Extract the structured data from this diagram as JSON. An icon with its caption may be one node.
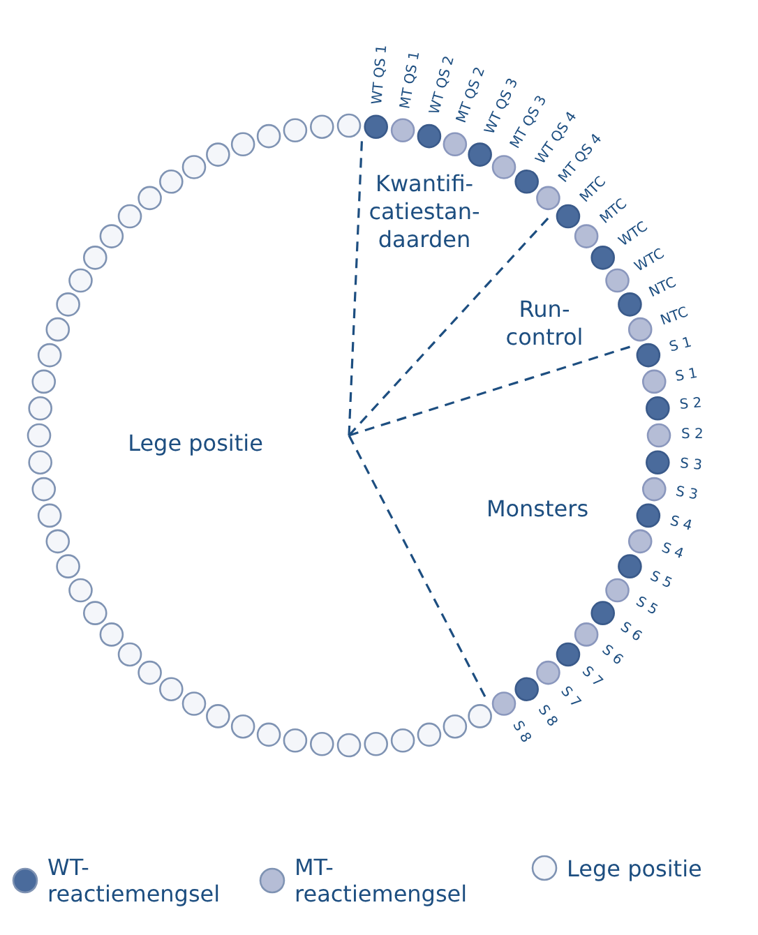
{
  "diagram": {
    "labels": [
      "Kwantifi- catiestan- daarden",
      "Run- control",
      "Monsters",
      "Lege positie",
      "WT QS 1",
      "MT QS 1",
      "WT QS 2",
      "MT QS 2",
      "WT QS 3",
      "MT QS 3",
      "WT QS 4",
      "MT QS 4",
      "MTC",
      "MTC",
      "WTC",
      "WTC",
      "NTC",
      "NTC",
      "S 1",
      "S 1",
      "S 2",
      "S 2",
      "S 3",
      "S 3",
      "S 4",
      "S 4",
      "S 5",
      "S 5",
      "S 6",
      "S 6",
      "S 7",
      "S 7",
      "S 8",
      "S 8"
    ],
    "legend": [
      {
        "text": "WT- reactiemengsel",
        "color": "#4a6b9c"
      },
      {
        "text": "MT- reactiemengsel",
        "color": "#b5bdd6"
      },
      {
        "text": "Lege positie",
        "color": "#f4f6fa"
      }
    ]
  }
}
